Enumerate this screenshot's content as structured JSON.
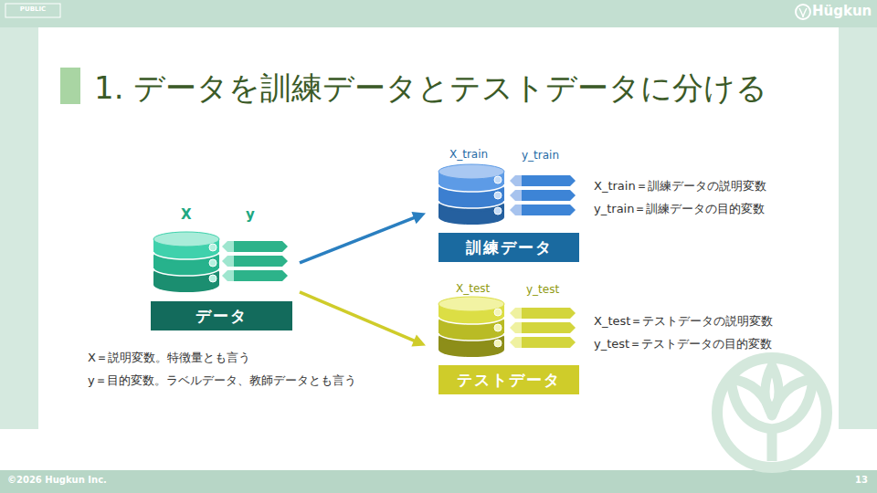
{
  "diagram": {
    "title": "1. データを訓練データとテストデータに分ける",
    "nodes": [
      {
        "text": [
          "データ"
        ]
      },
      {
        "text": [
          "訓練データ"
        ]
      },
      {
        "text": [
          "テストデータ"
        ]
      }
    ],
    "edges": [
      {
        "from": 0,
        "to": 1,
        "arrow": "to"
      },
      {
        "from": 0,
        "to": 2,
        "arrow": "to"
      }
    ],
    "labels": [
      "PUBLIC",
      "Hügkun",
      "X",
      "y",
      "X_train",
      "y_train",
      "X_train＝訓練データの説明変数",
      "y_train＝訓練データの目的変数",
      "X_test",
      "y_test",
      "X_test＝テストデータの説明変数",
      "y_test＝テストデータの目的変数",
      "X＝説明変数。特徴量とも言う",
      "y＝目的変数。ラベルデータ、教師データとも言う",
      "©2026 Hugkun Inc.",
      "13"
    ]
  }
}
